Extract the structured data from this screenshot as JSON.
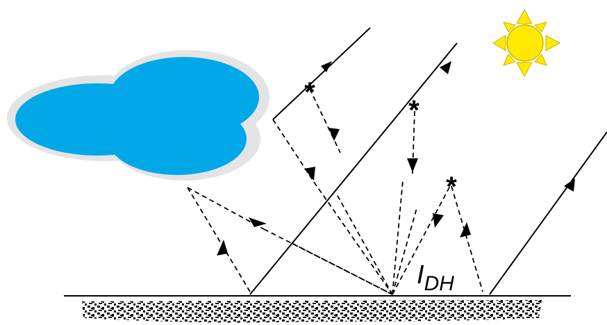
{
  "diagram": {
    "label": {
      "main": "I",
      "subscript": "DH"
    },
    "elements": {
      "sun": "sun-icon",
      "cloud": "cloud-icon",
      "ground": "ground-surface",
      "scatter_marker": "*"
    },
    "colors": {
      "sky_cloud": "#00a8e8",
      "cloud_shadow": "#e4e4e4",
      "sun_fill": "#ffea00",
      "sun_stroke": "#c8b400",
      "line": "#000000",
      "ground_dots": "#000000"
    }
  }
}
